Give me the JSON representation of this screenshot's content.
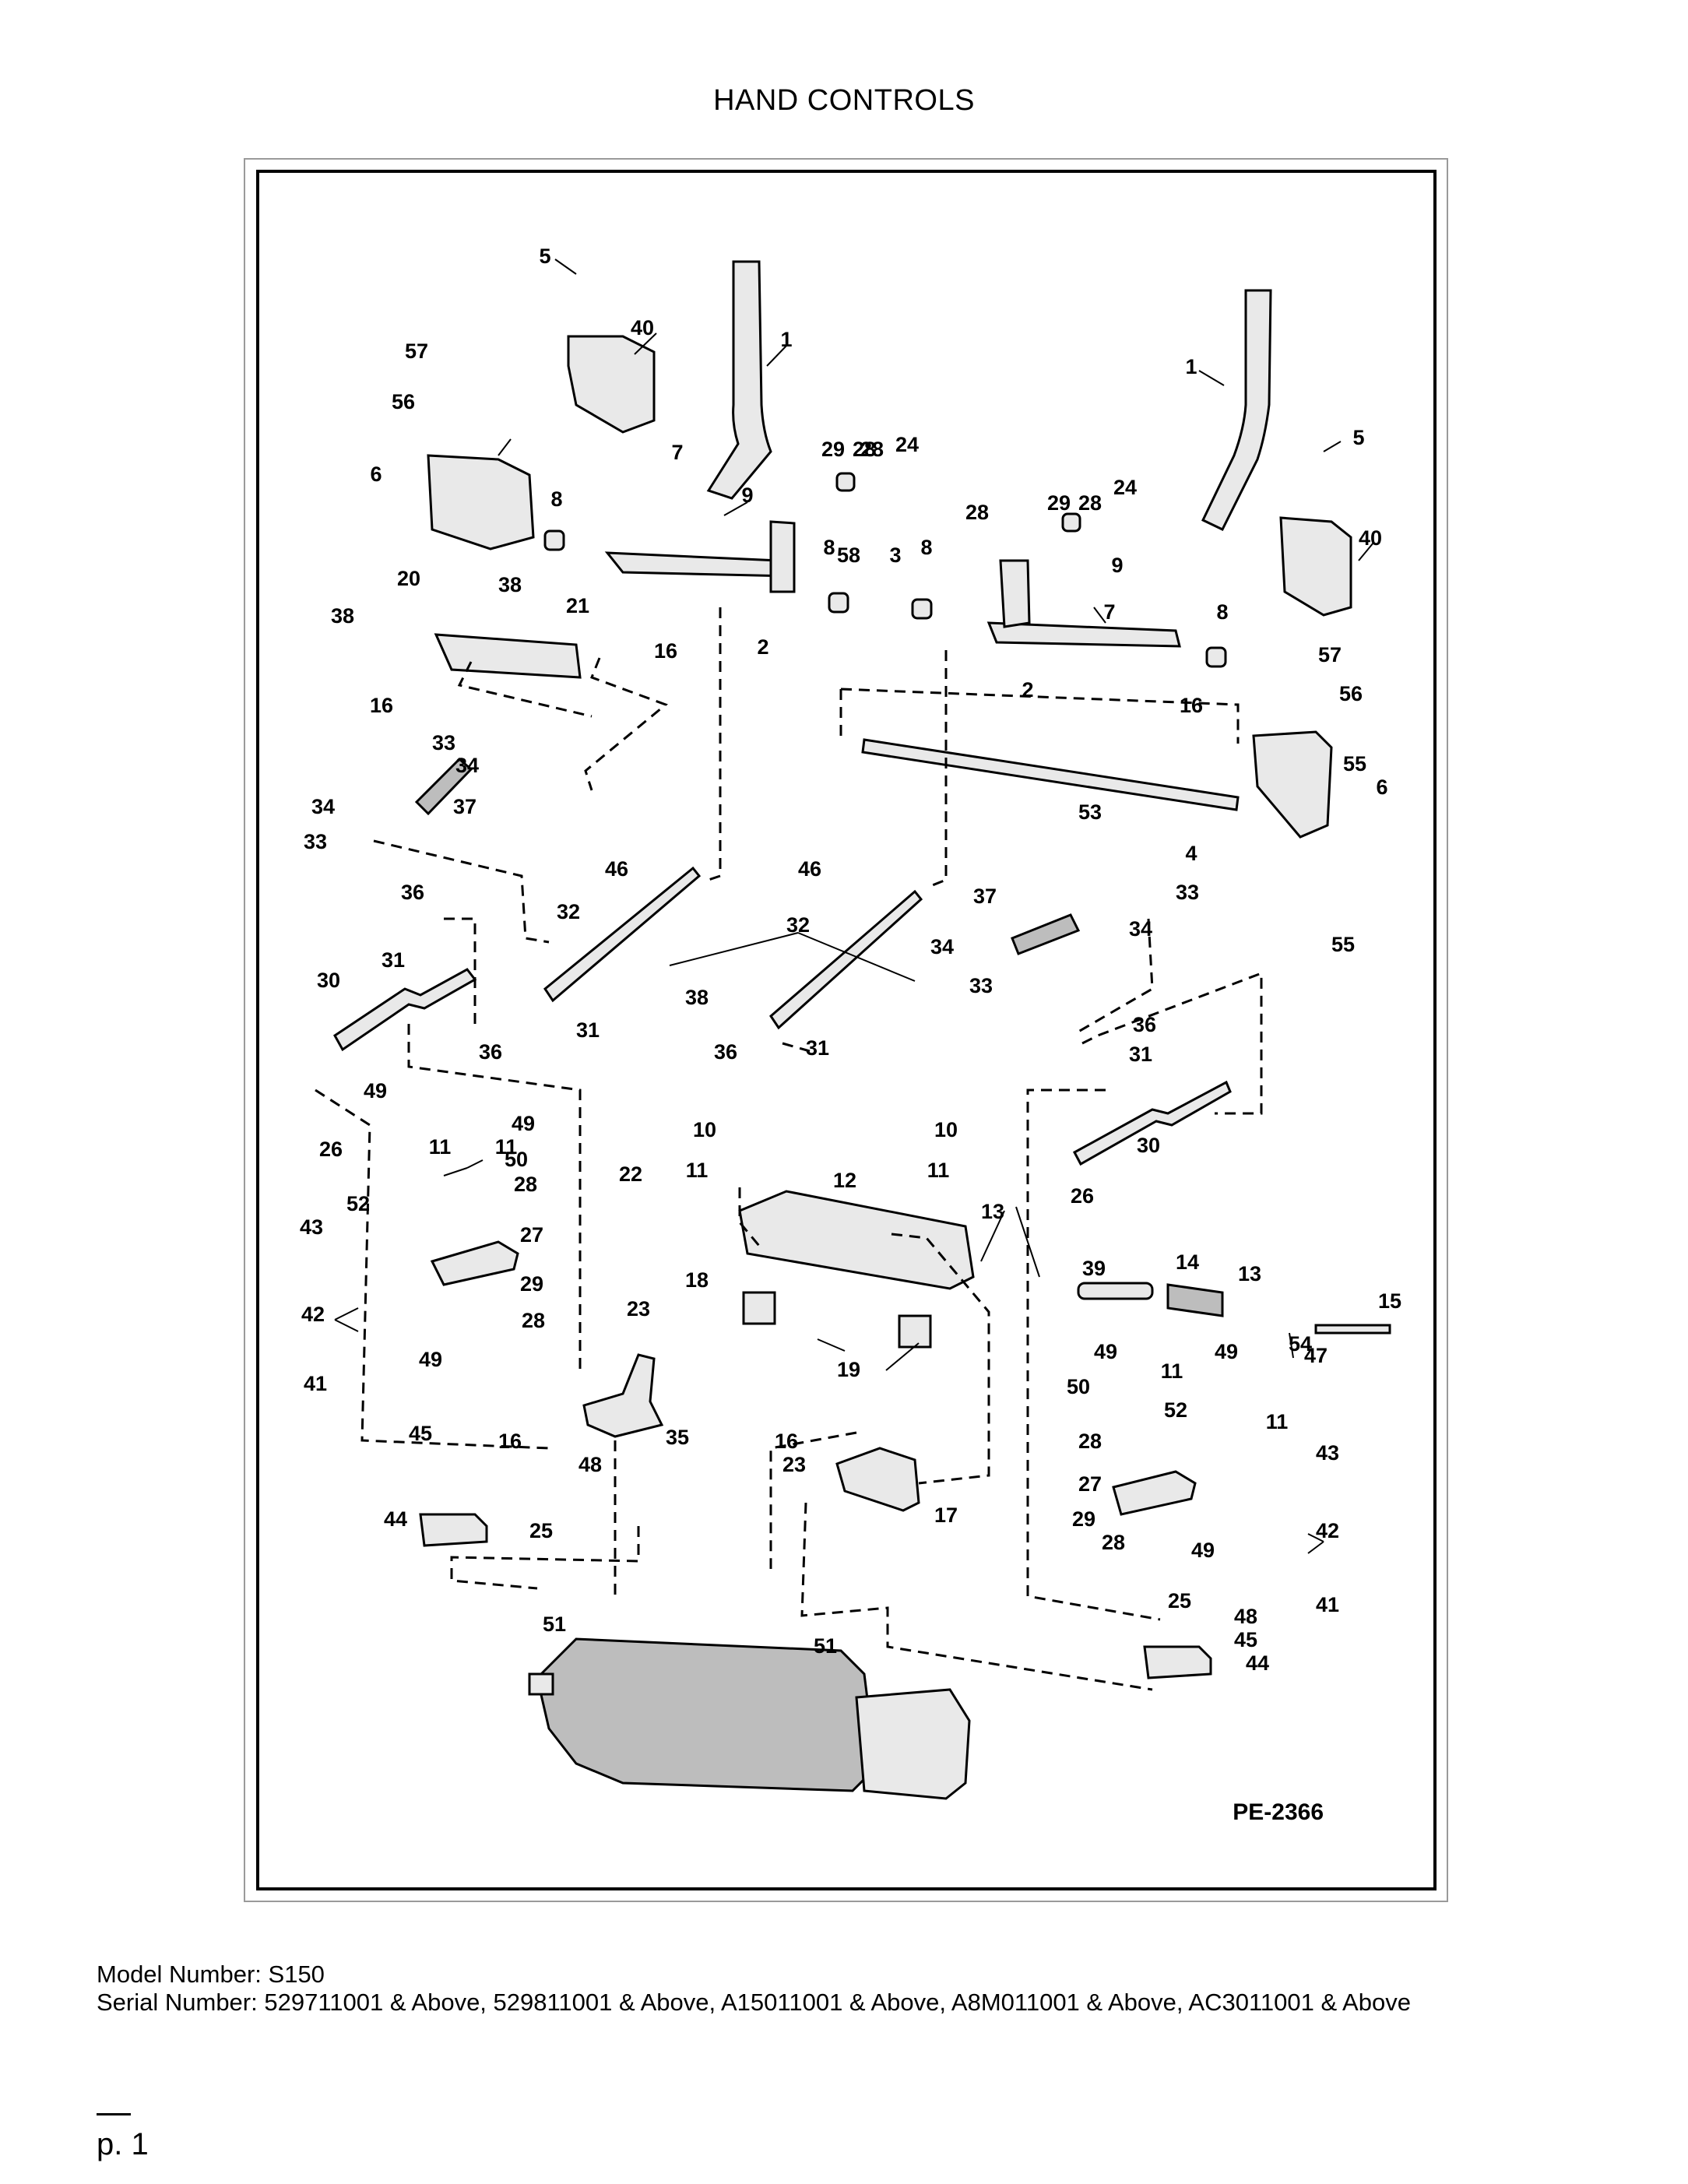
{
  "page": {
    "title": "HAND CONTROLS",
    "figure_code": "PE-2366",
    "model_line": "Model Number: S150",
    "serial_line": "Serial Number: 529711001 & Above, 529811001 & Above, A15011001 & Above, A8M011001 & Above, AC3011001 & Above",
    "page_number": "p. 1"
  },
  "callouts": [
    "1",
    "2",
    "3",
    "4",
    "5",
    "6",
    "7",
    "8",
    "9",
    "10",
    "11",
    "12",
    "13",
    "14",
    "15",
    "16",
    "17",
    "18",
    "19",
    "20",
    "21",
    "22",
    "23",
    "24",
    "25",
    "26",
    "27",
    "28",
    "29",
    "30",
    "31",
    "32",
    "33",
    "34",
    "35",
    "36",
    "37",
    "38",
    "39",
    "40",
    "41",
    "42",
    "43",
    "44",
    "45",
    "46",
    "47",
    "48",
    "49",
    "50",
    "51",
    "52",
    "53",
    "54",
    "55",
    "56",
    "57",
    "58"
  ]
}
